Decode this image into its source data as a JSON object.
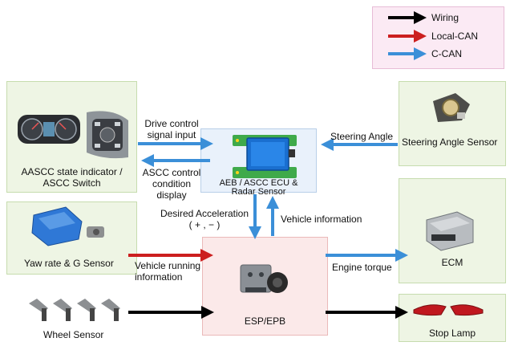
{
  "legend": {
    "items": [
      {
        "label": "Wiring",
        "color": "#000000"
      },
      {
        "label": "Local-CAN",
        "color": "#cc1f1f"
      },
      {
        "label": "C-CAN",
        "color": "#3b8fd8"
      }
    ]
  },
  "nodes": {
    "indicator": {
      "line1": "AASCC state indicator /",
      "line2": "ASCC  Switch"
    },
    "ecu": {
      "line1": "AEB / ASCC ECU &",
      "line2": "Radar Sensor"
    },
    "steering": {
      "label": "Steering Angle Sensor"
    },
    "yaw": {
      "label": "Yaw rate & G Sensor"
    },
    "esp": {
      "label": "ESP/EPB"
    },
    "ecm": {
      "label": "ECM"
    },
    "wheel": {
      "label": "Wheel Sensor"
    },
    "stop": {
      "label": "Stop Lamp"
    }
  },
  "edges": {
    "drive_control": {
      "line1": "Drive control",
      "line2": "signal input"
    },
    "ascc_display": {
      "line1": "ASCC control",
      "line2": "condition",
      "line3": "display"
    },
    "steering_angle": {
      "label": "Steering Angle"
    },
    "desired_accel": {
      "line1": "Desired Acceleration",
      "line2": "( + , − )"
    },
    "vehicle_info": {
      "label": "Vehicle information"
    },
    "vehicle_running": {
      "line1": "Vehicle running",
      "line2": "information"
    },
    "engine_torque": {
      "label": "Engine torque"
    }
  },
  "colors": {
    "wiring": "#000000",
    "local_can": "#cc1f1f",
    "c_can": "#3b8fd8"
  },
  "icons": [
    "instrument-cluster-icon",
    "steering-switch-icon",
    "ecu-radar-icon",
    "steering-angle-sensor-icon",
    "yaw-sensor-icon",
    "esp-module-icon",
    "ecm-icon",
    "wheel-sensor-icon",
    "stop-lamp-icon"
  ]
}
